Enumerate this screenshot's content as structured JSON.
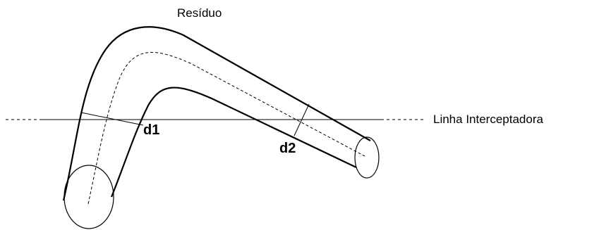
{
  "labels": {
    "residue": "Resíduo",
    "intercept_line": "Linha Interceptadora",
    "d1": "d1",
    "d2": "d2"
  },
  "colors": {
    "stroke": "#000000",
    "background": "#ffffff"
  }
}
